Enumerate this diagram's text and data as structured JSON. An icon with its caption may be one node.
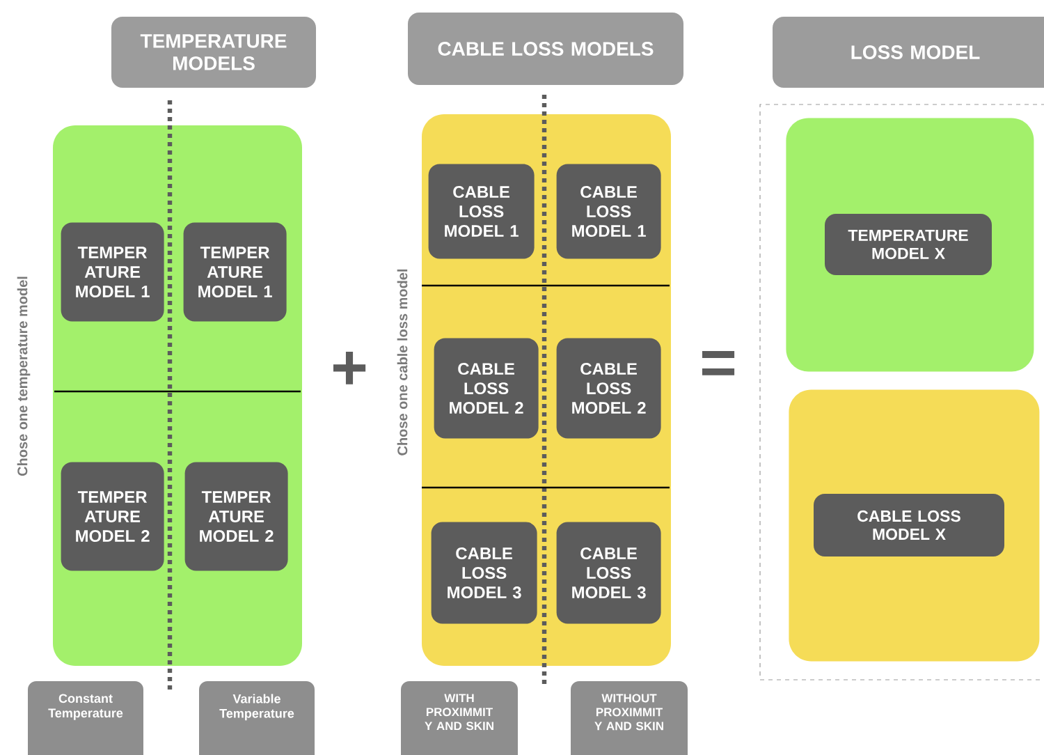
{
  "diagram": {
    "nodes": [
      {
        "text": [
          "TEMPERATURE MODELS"
        ]
      },
      {
        "text": [],
        "shape": "box"
      },
      {
        "text": [
          "TEMPER ATURE MODEL 1"
        ],
        "in": 1
      },
      {
        "text": [
          "TEMPER ATURE MODEL 1"
        ],
        "in": 1
      },
      {
        "text": [
          "TEMPER ATURE MODEL 2"
        ],
        "in": 1
      },
      {
        "text": [
          "TEMPER ATURE MODEL 2"
        ],
        "in": 1
      },
      {
        "text": [
          "Constant Temperature"
        ]
      },
      {
        "text": [
          "Variable Temperature"
        ]
      },
      {
        "text": [
          "CABLE LOSS MODELS"
        ]
      },
      {
        "text": [],
        "shape": "box"
      },
      {
        "text": [
          "CABLE LOSS MODEL 1"
        ],
        "in": 9
      },
      {
        "text": [
          "CABLE LOSS MODEL 1"
        ],
        "in": 9
      },
      {
        "text": [
          "CABLE LOSS MODEL 2"
        ],
        "in": 9
      },
      {
        "text": [
          "CABLE LOSS MODEL 2"
        ],
        "in": 9
      },
      {
        "text": [
          "CABLE LOSS MODEL 3"
        ],
        "in": 9
      },
      {
        "text": [
          "CABLE LOSS MODEL 3"
        ],
        "in": 9
      },
      {
        "text": [
          "WITH PROXIMMIT Y AND SKIN"
        ]
      },
      {
        "text": [
          "WITHOUT PROXIMMIT Y AND SKIN"
        ]
      },
      {
        "text": [
          "LOSS MODEL"
        ]
      },
      {
        "text": [],
        "shape": "box"
      },
      {
        "text": [],
        "shape": "box",
        "in": 19
      },
      {
        "text": [
          "TEMPERATURE MODEL X"
        ],
        "in": 20
      },
      {
        "text": [],
        "shape": "box",
        "in": 19
      },
      {
        "text": [
          "CABLE LOSS MODEL X"
        ],
        "in": 22
      }
    ],
    "labels": [
      "Chose one temperature model",
      "Chose one cable loss model",
      "+",
      "="
    ]
  }
}
